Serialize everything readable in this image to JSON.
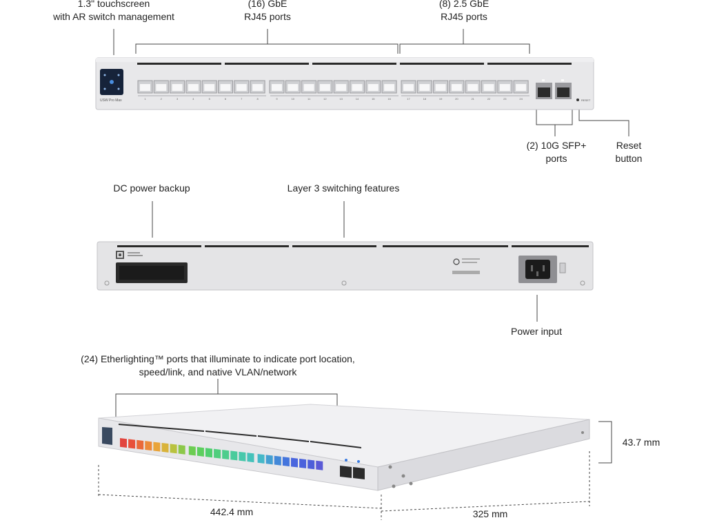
{
  "top_labels": {
    "touchscreen": [
      "1.3\" touchscreen",
      "with AR switch management"
    ],
    "gbe": [
      "(16) GbE",
      "RJ45 ports"
    ],
    "gbe25": [
      "(8) 2.5 GbE",
      "RJ45 ports"
    ],
    "sfp": [
      "(2) 10G SFP+",
      "ports"
    ],
    "reset": [
      "Reset",
      "button"
    ]
  },
  "front_panel": {
    "model_text": "USW Pro Max",
    "port_numbers": [
      "1",
      "2",
      "3",
      "4",
      "5",
      "6",
      "7",
      "8",
      "9",
      "10",
      "11",
      "12",
      "13",
      "14",
      "15",
      "16",
      "17",
      "18",
      "19",
      "20",
      "21",
      "22",
      "23",
      "24"
    ],
    "reset_text": "RESET"
  },
  "back_labels": {
    "dc_power": "DC power backup",
    "layer3": "Layer 3 switching features",
    "power_input": "Power input"
  },
  "iso_labels": {
    "etherlighting": [
      "(24) Etherlighting™ ports that illuminate to indicate port location,",
      "speed/link, and native VLAN/network"
    ],
    "height": "43.7 mm",
    "width": "442.4 mm",
    "depth": "325 mm"
  },
  "etherlighting_colors": [
    "#e2453f",
    "#e8503a",
    "#ea6a3a",
    "#ec8a3a",
    "#e9a43a",
    "#d9b33a",
    "#b9c23f",
    "#8cc84a",
    "#6ccd52",
    "#5ccf5e",
    "#50cf6e",
    "#4fce7d",
    "#4dcd8c",
    "#4acb9c",
    "#48c8ab",
    "#46c2ba",
    "#45b8c8",
    "#449fd2",
    "#4388d8",
    "#4475dd",
    "#4a66de",
    "#4a62dc",
    "#4d5fd9",
    "#5a5ad6"
  ],
  "sfp_led_color": "#3a7be0"
}
